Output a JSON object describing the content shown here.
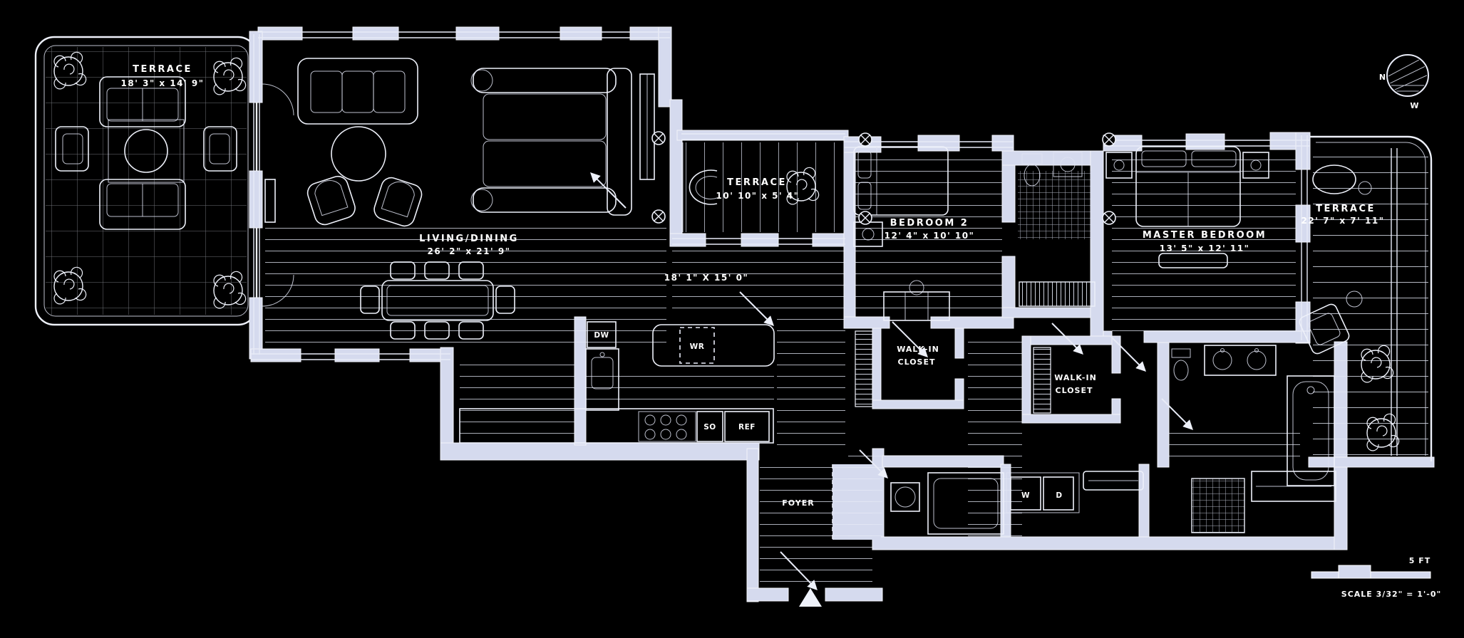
{
  "rooms": {
    "terrace_left": {
      "name": "TERRACE",
      "dims": "18' 3\" x 14' 9\""
    },
    "living_dining": {
      "name": "LIVING/DINING",
      "dims": "26' 2\" x 21' 9\""
    },
    "kitchen_area": {
      "dims": "18' 1\" X 15' 0\""
    },
    "terrace_middle": {
      "name": "TERRACE",
      "dims": "10' 10\" x 5' 4\""
    },
    "bedroom_2": {
      "name": "BEDROOM 2",
      "dims": "12' 4\" x 10' 10\""
    },
    "master_bedroom": {
      "name": "MASTER BEDROOM",
      "dims": "13' 5\" x 12' 11\""
    },
    "terrace_right": {
      "name": "TERRACE",
      "dims": "22' 7\" x 7' 11\""
    },
    "walk_in_closet_1": {
      "line1": "WALK-IN",
      "line2": "CLOSET"
    },
    "walk_in_closet_2": {
      "line1": "WALK-IN",
      "line2": "CLOSET"
    },
    "foyer": {
      "name": "FOYER"
    }
  },
  "appliances": {
    "dishwasher": "DW",
    "wine_fridge": "WR",
    "speed_oven": "SO",
    "refrigerator": "REF",
    "washer": "W",
    "dryer": "D"
  },
  "compass": {
    "north": "N",
    "west": "W"
  },
  "scale_bar": {
    "distance_label": "5 FT",
    "scale_text": "SCALE 3/32\" = 1'-0\""
  },
  "colors": {
    "background": "#000000",
    "wall_fill": "#d5daee",
    "line": "#eef1fa",
    "text": "#ffffff"
  }
}
